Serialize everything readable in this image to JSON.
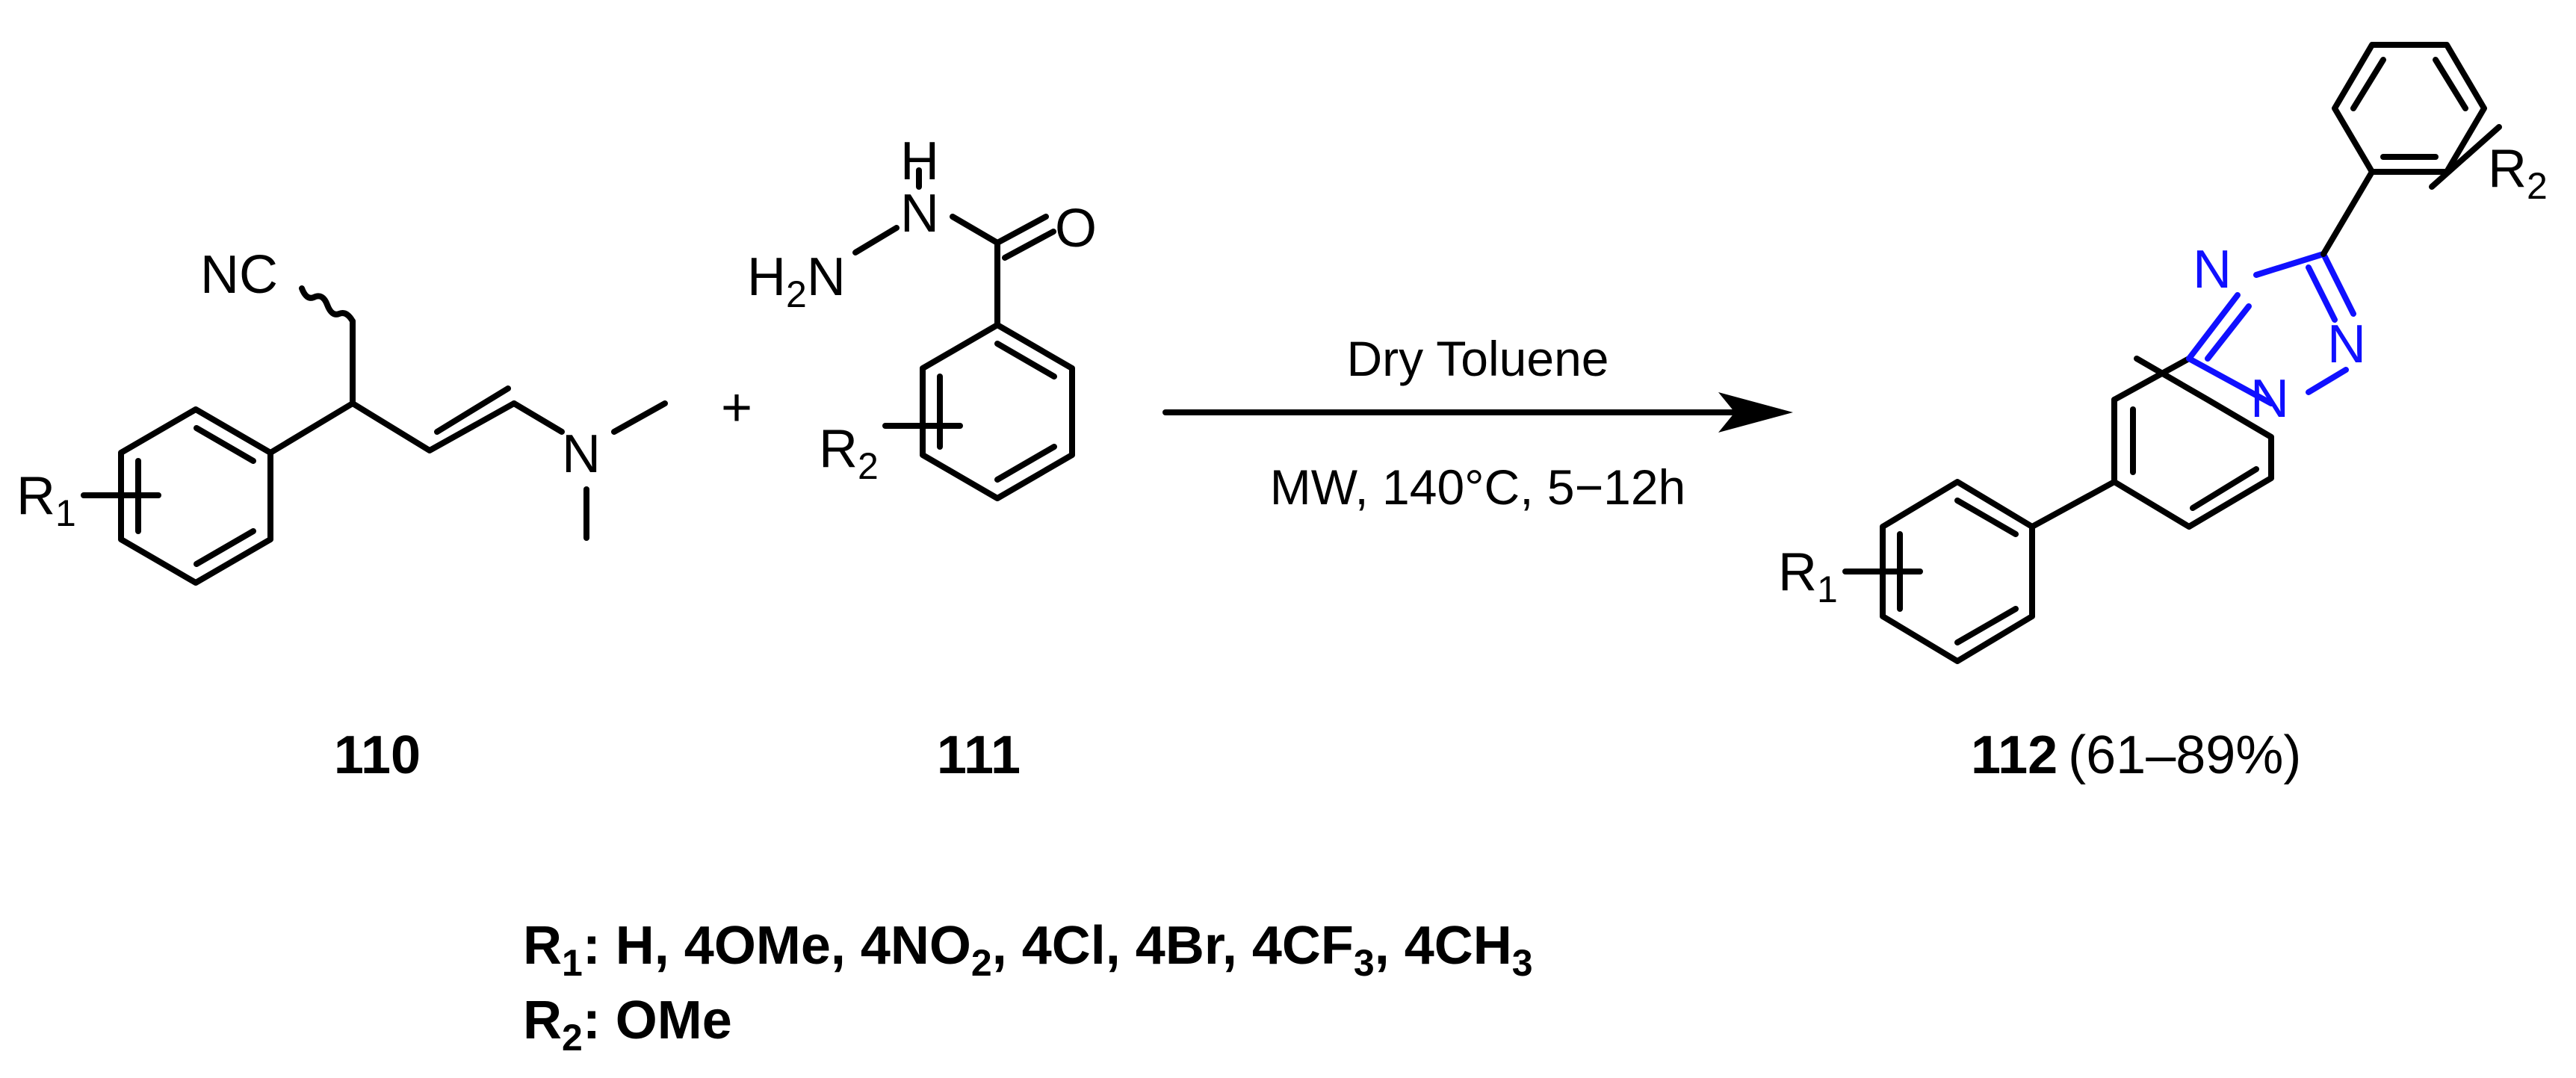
{
  "colors": {
    "ink": "#000000",
    "highlight": "#1010ff",
    "background": "#ffffff"
  },
  "reactant1": {
    "label": "110",
    "atoms": {
      "nitrile": "NC",
      "amine_n": "N",
      "r": "R",
      "r_sub": "1"
    }
  },
  "plus": "+",
  "reactant2": {
    "label": "111",
    "atoms": {
      "h": "H",
      "nh": "N",
      "h2n_h": "H",
      "h2n_sub": "2",
      "h2n_n": "N",
      "o": "O",
      "r": "R",
      "r_sub": "2"
    }
  },
  "arrow": {
    "above": "Dry Toluene",
    "below": "MW, 140°C, 5−12h"
  },
  "product": {
    "label": "112",
    "yield": "(61–89%)",
    "atoms": {
      "n_top": "N",
      "n_right": "N",
      "n_bridge": "N",
      "r1": "R",
      "r1_sub": "1",
      "r2": "R",
      "r2_sub": "2"
    }
  },
  "substituents": {
    "r1": {
      "r": "R",
      "sub": "1",
      "values_part1": ": H, 4OMe, 4NO",
      "sub_no2": "2",
      "values_part2": ", 4Cl, 4Br, 4CF",
      "sub_cf3": "3",
      "values_part3": ", 4CH",
      "sub_ch3": "3"
    },
    "r2": {
      "r": "R",
      "sub": "2",
      "values": ": OMe"
    }
  }
}
